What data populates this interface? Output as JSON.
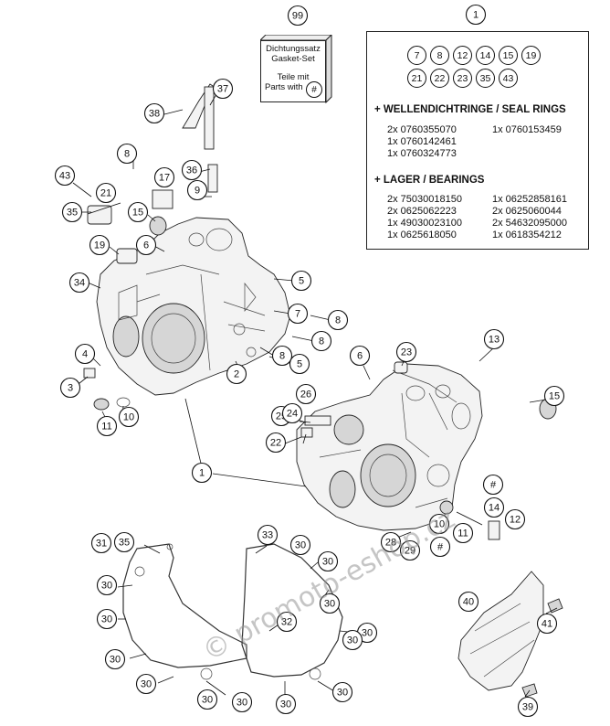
{
  "diagram": {
    "callouts": [
      {
        "id": "c99",
        "label": "99"
      },
      {
        "id": "c1-top",
        "label": "1"
      },
      {
        "id": "c37",
        "label": "37"
      },
      {
        "id": "c38",
        "label": "38"
      },
      {
        "id": "c8-a",
        "label": "8"
      },
      {
        "id": "c36",
        "label": "36"
      },
      {
        "id": "c17",
        "label": "17"
      },
      {
        "id": "c9",
        "label": "9"
      },
      {
        "id": "c43",
        "label": "43"
      },
      {
        "id": "c21",
        "label": "21"
      },
      {
        "id": "c35-a",
        "label": "35"
      },
      {
        "id": "c15-a",
        "label": "15"
      },
      {
        "id": "c19",
        "label": "19"
      },
      {
        "id": "c6-a",
        "label": "6"
      },
      {
        "id": "c34",
        "label": "34"
      },
      {
        "id": "c5-a",
        "label": "5"
      },
      {
        "id": "c7",
        "label": "7"
      },
      {
        "id": "c8-b",
        "label": "8"
      },
      {
        "id": "c8-c",
        "label": "8"
      },
      {
        "id": "c8-d",
        "label": "8"
      },
      {
        "id": "c5-b",
        "label": "5"
      },
      {
        "id": "c2",
        "label": "2"
      },
      {
        "id": "c4",
        "label": "4"
      },
      {
        "id": "c3",
        "label": "3"
      },
      {
        "id": "c11-a",
        "label": "11"
      },
      {
        "id": "c10-a",
        "label": "10"
      },
      {
        "id": "c6-b",
        "label": "6"
      },
      {
        "id": "c23",
        "label": "23"
      },
      {
        "id": "c13",
        "label": "13"
      },
      {
        "id": "c15-b",
        "label": "15"
      },
      {
        "id": "c25",
        "label": "25"
      },
      {
        "id": "c26",
        "label": "26"
      },
      {
        "id": "c24",
        "label": "24"
      },
      {
        "id": "c22",
        "label": "22"
      },
      {
        "id": "c1-mid",
        "label": "1"
      },
      {
        "id": "chash-a",
        "label": "#"
      },
      {
        "id": "c14",
        "label": "14"
      },
      {
        "id": "c12",
        "label": "12"
      },
      {
        "id": "c10-b",
        "label": "10"
      },
      {
        "id": "c11-b",
        "label": "11"
      },
      {
        "id": "c28",
        "label": "28"
      },
      {
        "id": "c29",
        "label": "29"
      },
      {
        "id": "chash-b",
        "label": "#"
      },
      {
        "id": "c31",
        "label": "31"
      },
      {
        "id": "c35-b",
        "label": "35"
      },
      {
        "id": "c33",
        "label": "33"
      },
      {
        "id": "c30-a",
        "label": "30"
      },
      {
        "id": "c30-b",
        "label": "30"
      },
      {
        "id": "c30-c",
        "label": "30"
      },
      {
        "id": "c30-d",
        "label": "30"
      },
      {
        "id": "c30-e",
        "label": "30"
      },
      {
        "id": "c32",
        "label": "32"
      },
      {
        "id": "c30-f",
        "label": "30"
      },
      {
        "id": "c30-g",
        "label": "30"
      },
      {
        "id": "c30-h",
        "label": "30"
      },
      {
        "id": "c30-i",
        "label": "30"
      },
      {
        "id": "c30-j",
        "label": "30"
      },
      {
        "id": "c30-k",
        "label": "30"
      },
      {
        "id": "c30-l",
        "label": "30"
      },
      {
        "id": "c30-m",
        "label": "30"
      },
      {
        "id": "c40",
        "label": "40"
      },
      {
        "id": "c41",
        "label": "41"
      },
      {
        "id": "c39",
        "label": "39"
      }
    ]
  },
  "gasket_set": {
    "line1": "Dichtungssatz",
    "line2": "Gasket-Set",
    "line3": "Teile mit",
    "line4": "Parts with",
    "hash": "#"
  },
  "legend": {
    "numbers": [
      "7",
      "8",
      "12",
      "14",
      "15",
      "19",
      "21",
      "22",
      "23",
      "35",
      "43"
    ],
    "seal_title": "+ WELLENDICHTRINGE / SEAL RINGS",
    "seal_rows": [
      {
        "left": "2x 0760355070",
        "right": "1x 0760153459"
      },
      {
        "left": "1x 0760142461",
        "right": ""
      },
      {
        "left": "1x 0760324773",
        "right": ""
      }
    ],
    "bearing_title": "+ LAGER / BEARINGS",
    "bearing_rows": [
      {
        "left": "2x 75030018150",
        "right": "1x 06252858161"
      },
      {
        "left": "2x 0625062223",
        "right": "2x 0625060044"
      },
      {
        "left": "1x 49030023100",
        "right": "2x 54632095000"
      },
      {
        "left": "1x 0625618050",
        "right": "1x 0618354212"
      }
    ]
  },
  "watermark": "© promoto-eshop.cz"
}
